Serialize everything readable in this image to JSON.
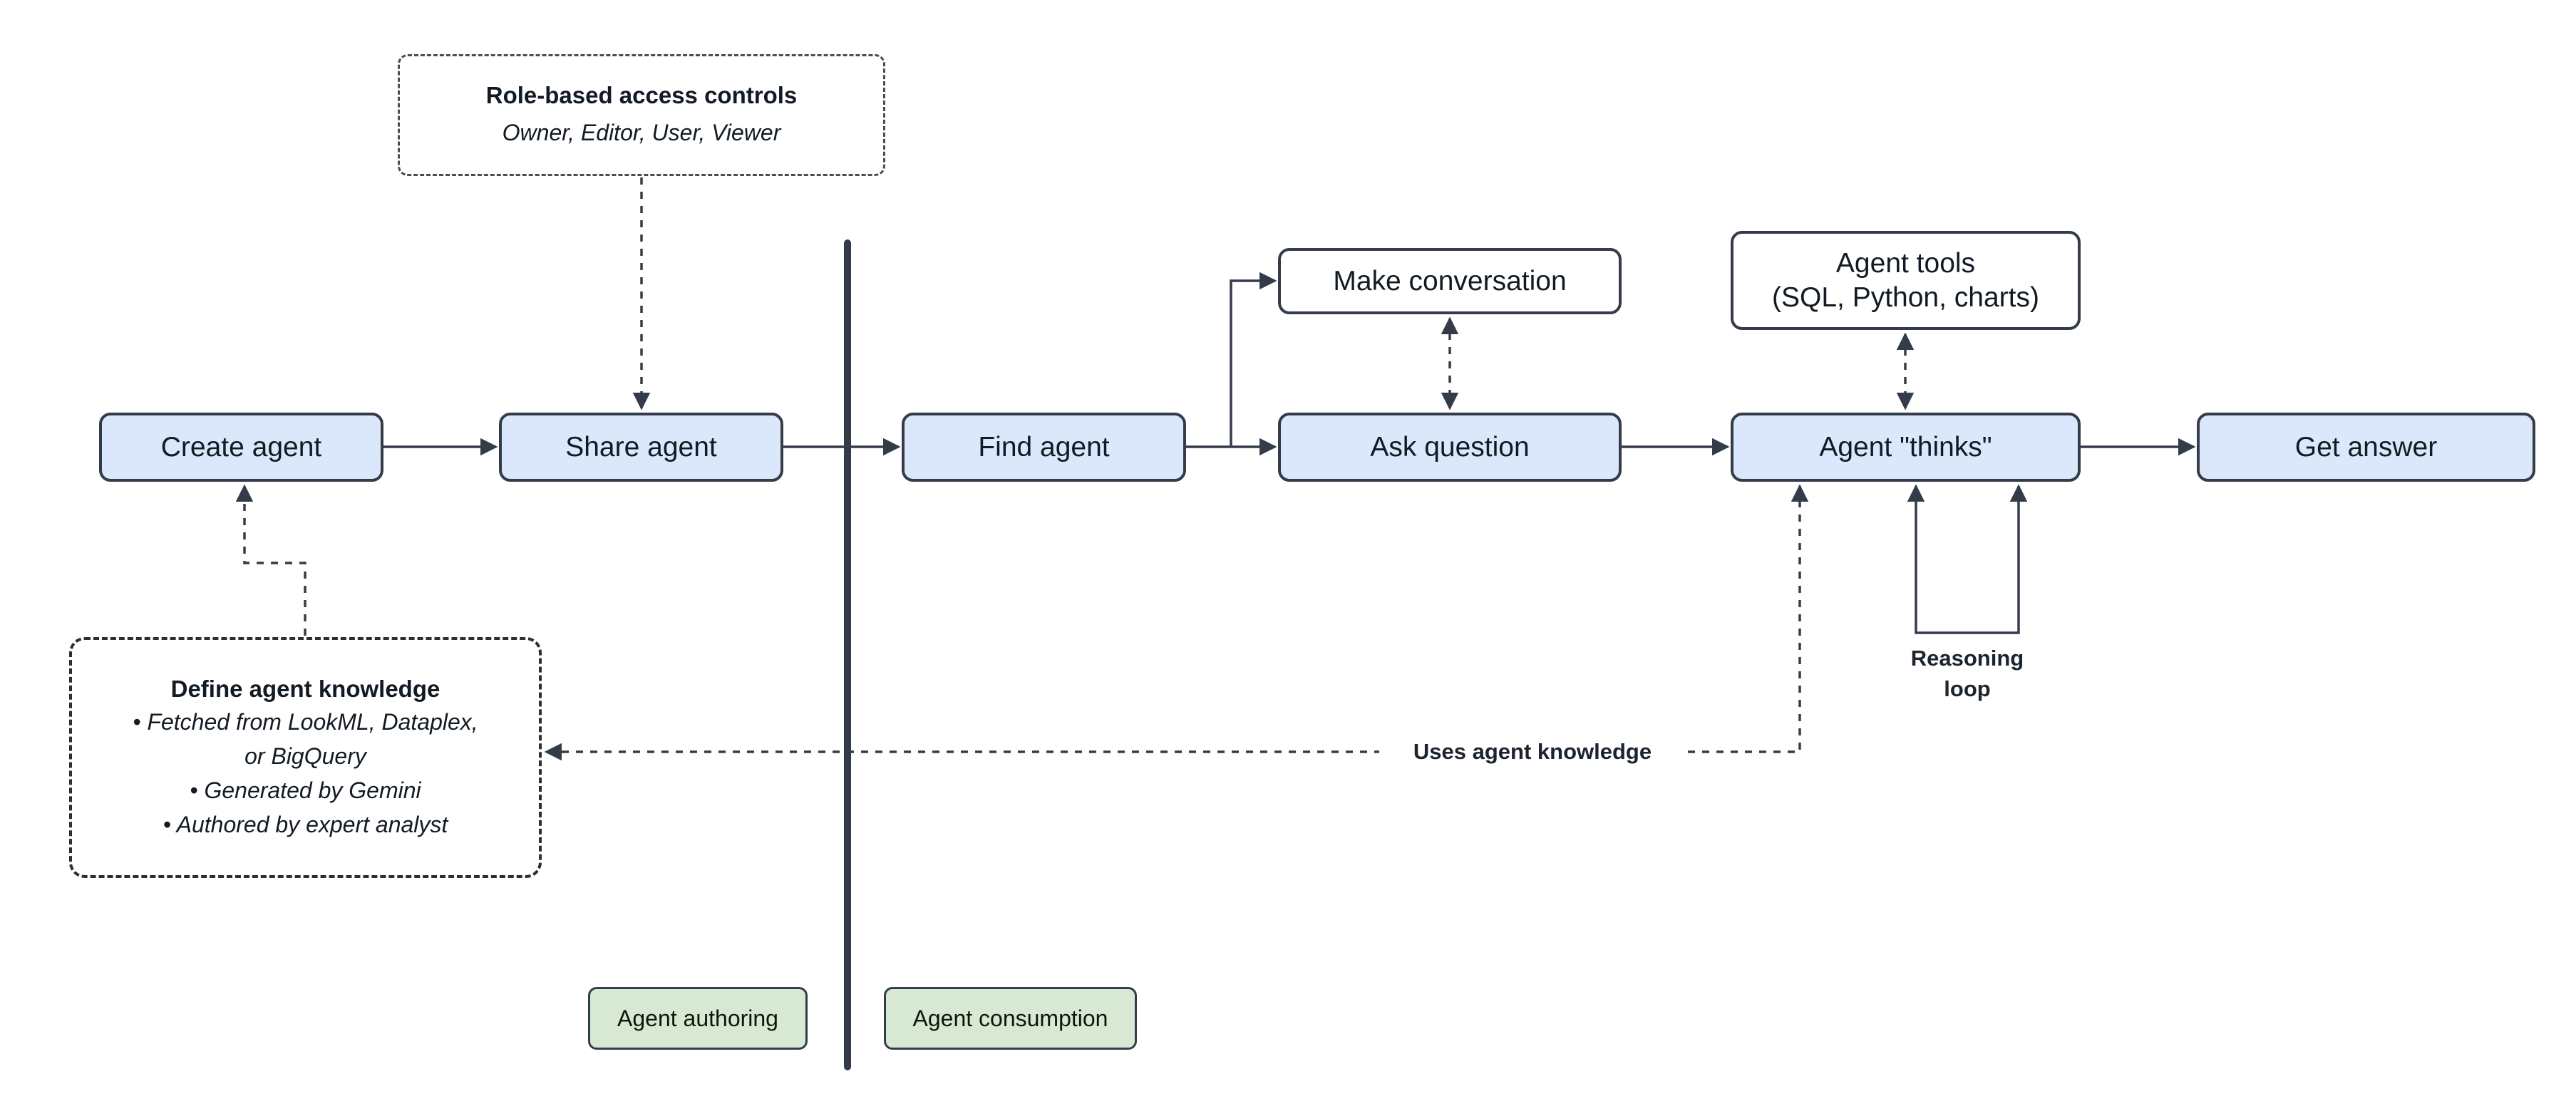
{
  "nodes": {
    "create_agent": "Create agent",
    "share_agent": "Share agent",
    "find_agent": "Find agent",
    "make_conversation": "Make conversation",
    "ask_question": "Ask question",
    "agent_tools_line1": "Agent tools",
    "agent_tools_line2": "(SQL, Python, charts)",
    "agent_thinks": "Agent \"thinks\"",
    "get_answer": "Get answer"
  },
  "callouts": {
    "rbac": {
      "title": "Role-based access controls",
      "subtitle": "Owner, Editor, User, Viewer"
    },
    "knowledge": {
      "title": "Define agent knowledge",
      "line1": "• Fetched from LookML, Dataplex,",
      "line2": "or BigQuery",
      "line3": "• Generated by Gemini",
      "line4": "• Authored by expert analyst"
    }
  },
  "edge_labels": {
    "uses_agent_knowledge": "Uses agent knowledge",
    "reasoning_line1": "Reasoning",
    "reasoning_line2": "loop"
  },
  "zones": {
    "authoring": "Agent authoring",
    "consumption": "Agent consumption"
  },
  "colors": {
    "node_fill": "#dbe8fb",
    "node_border": "#343c4a",
    "white_fill": "#ffffff",
    "zone_fill": "#d7e9d3",
    "connector": "#343c4a",
    "text": "#121a24"
  }
}
